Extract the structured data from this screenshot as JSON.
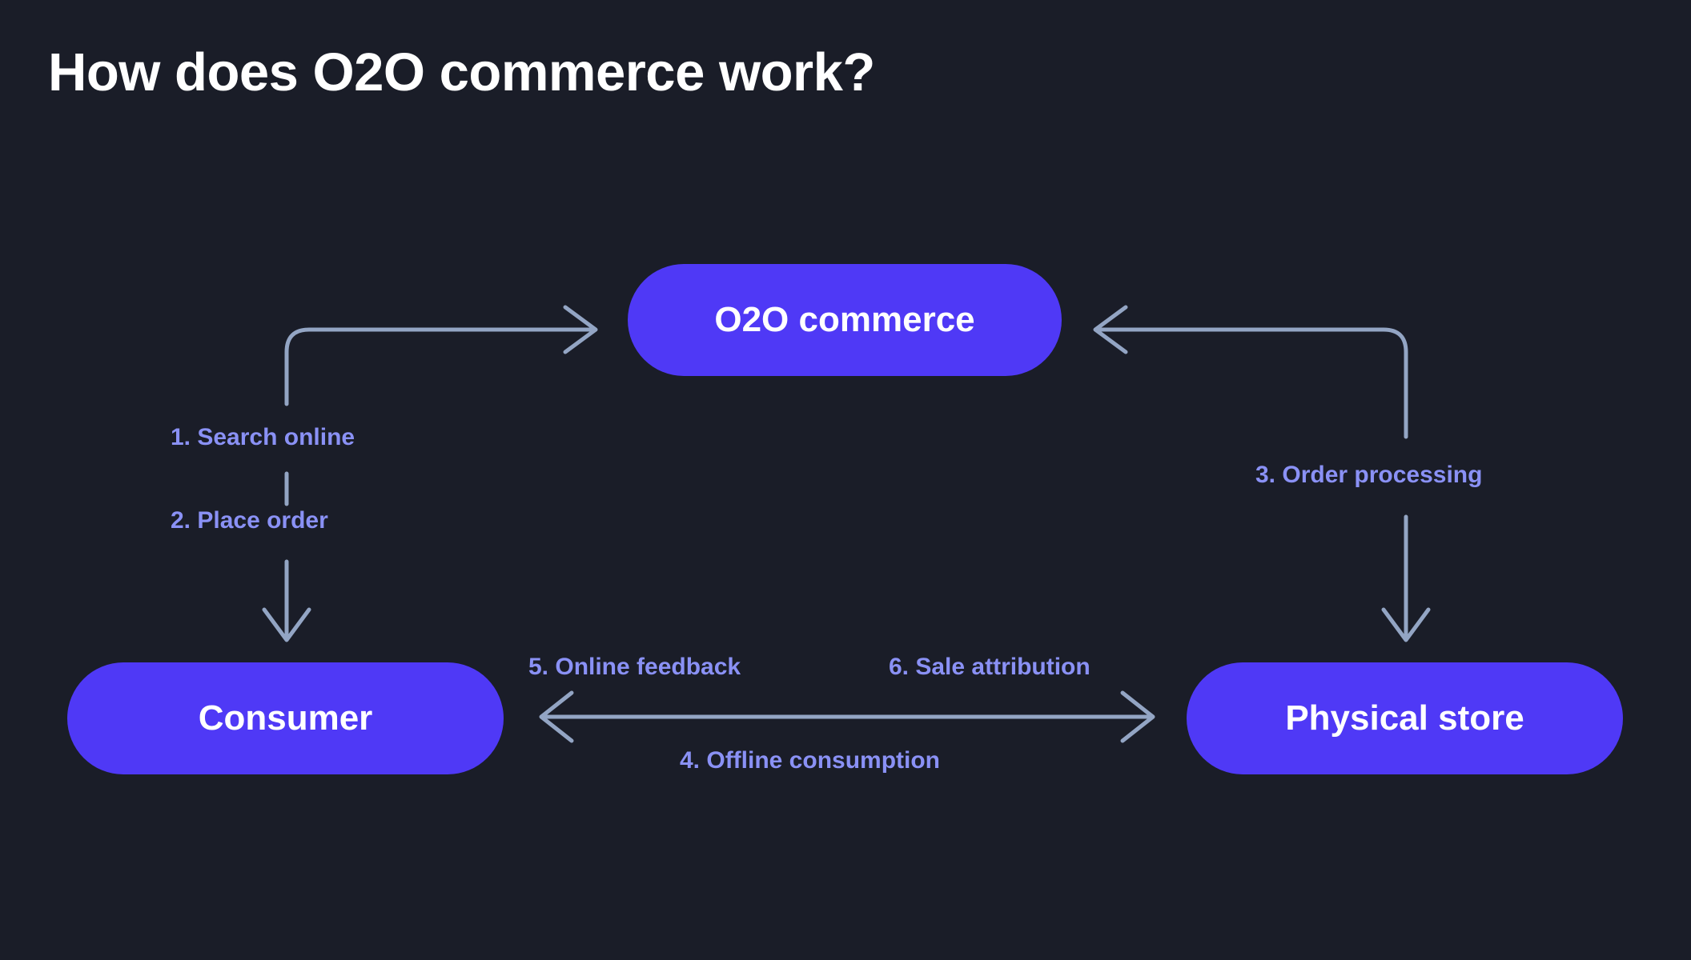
{
  "page": {
    "title": "How does O2O commerce work?",
    "background_color": "#1a1d28",
    "node_color": "#4f39f6",
    "node_text_color": "#ffffff",
    "arrow_color": "#93a5c4",
    "label_color": "#8a91f5"
  },
  "nodes": {
    "o2o": "O2O commerce",
    "consumer": "Consumer",
    "store": "Physical store"
  },
  "steps": {
    "s1": "1. Search online",
    "s2": "2. Place order",
    "s3": "3. Order processing",
    "s4": "4. Offline consumption",
    "s5": "5. Online feedback",
    "s6": "6. Sale attribution"
  }
}
